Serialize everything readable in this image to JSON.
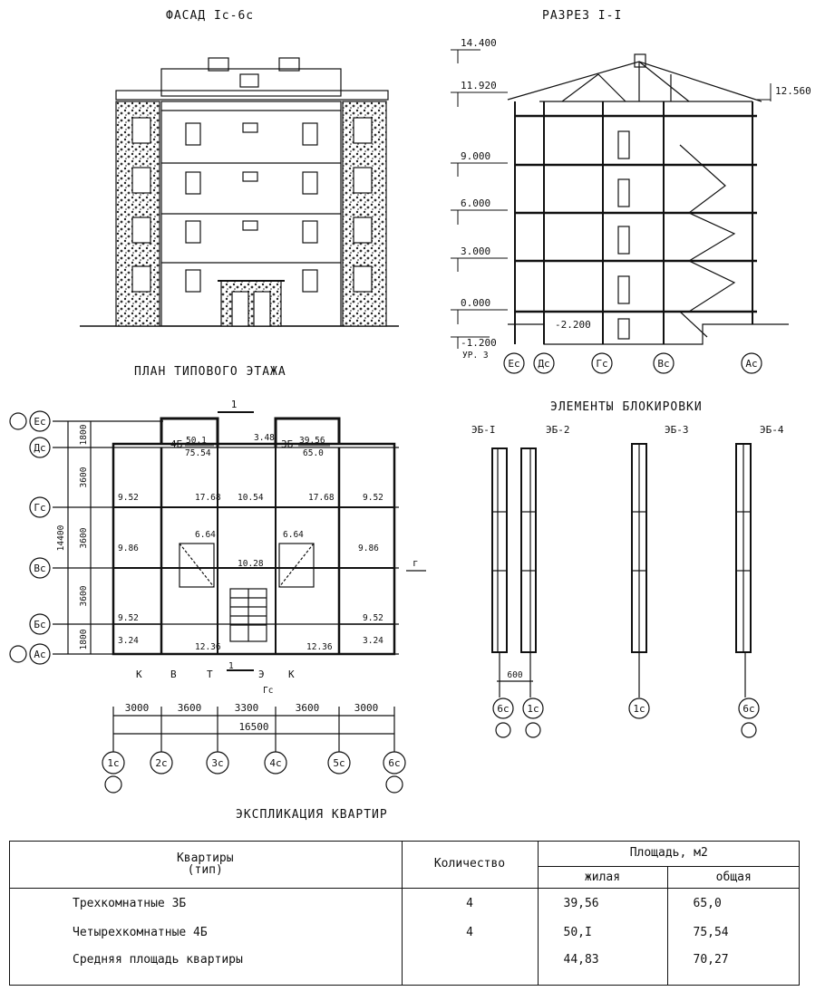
{
  "titles": {
    "facade": "ФАСАД Iс-6с",
    "section": "РАЗРЕЗ I-I",
    "plan": "ПЛАН ТИПОВОГО ЭТАЖА",
    "blocking": "ЭЛЕМЕНТЫ БЛОКИРОВКИ",
    "explication": "ЭКСПЛИКАЦИЯ КВАРТИР"
  },
  "section": {
    "levels": [
      "14.400",
      "11.920",
      "9.000",
      "6.000",
      "3.000",
      "0.000",
      "-1.200"
    ],
    "right_level": "12.560",
    "pit_level": "-2.200",
    "ground_note": "УР. З",
    "axes": [
      "Ес",
      "Дс",
      "Гс",
      "Вс",
      "Ас"
    ]
  },
  "plan": {
    "row_axes": [
      "Ес",
      "Дс",
      "Гс",
      "Вс",
      "Бс",
      "Ас"
    ],
    "col_axes": [
      "1с",
      "2с",
      "3с",
      "4с",
      "5с",
      "6с"
    ],
    "row_dims": [
      "1800",
      "3600",
      "3600",
      "3600",
      "1800"
    ],
    "total_depth": "14400",
    "col_dims": [
      "3000",
      "3600",
      "3300",
      "3600",
      "3000"
    ],
    "total_width": "16500",
    "cut_mark": "1",
    "arrow_mark": "г",
    "apt_left": {
      "type": "4Б",
      "living": "50.1",
      "total": "75.54"
    },
    "apt_right": {
      "type": "3Б",
      "living": "39.56",
      "total": "65.0"
    },
    "rooms": {
      "r348": "3.48",
      "r952": "9.52",
      "r1768": "17.68",
      "r1054": "10.54",
      "r664": "6.64",
      "r986": "9.86",
      "r1028": "10.28",
      "r324": "3.24",
      "r1236": "12.36"
    },
    "entry_marks": [
      "К",
      "В",
      "Т",
      "1",
      "Э",
      "К",
      "Гс"
    ]
  },
  "blocking": {
    "labels": [
      "ЭБ-I",
      "ЭБ-2",
      "ЭБ-3",
      "ЭБ-4"
    ],
    "gap": "600",
    "axes": [
      "6с",
      "1с",
      "1с",
      "6с"
    ]
  },
  "explication": {
    "headers": {
      "apartments": "Квартиры",
      "apartments_sub": "(тип)",
      "count": "Количество",
      "area": "Площадь, м2",
      "living": "жилая",
      "total": "общая"
    },
    "rows": [
      {
        "name": "Трехкомнатные 3Б",
        "count": "4",
        "living": "39,56",
        "total": "65,0"
      },
      {
        "name": "Четырехкомнатные 4Б",
        "count": "4",
        "living": "50,I",
        "total": "75,54"
      },
      {
        "name": "Средняя площадь квартиры",
        "count": "",
        "living": "44,83",
        "total": "70,27"
      }
    ]
  }
}
